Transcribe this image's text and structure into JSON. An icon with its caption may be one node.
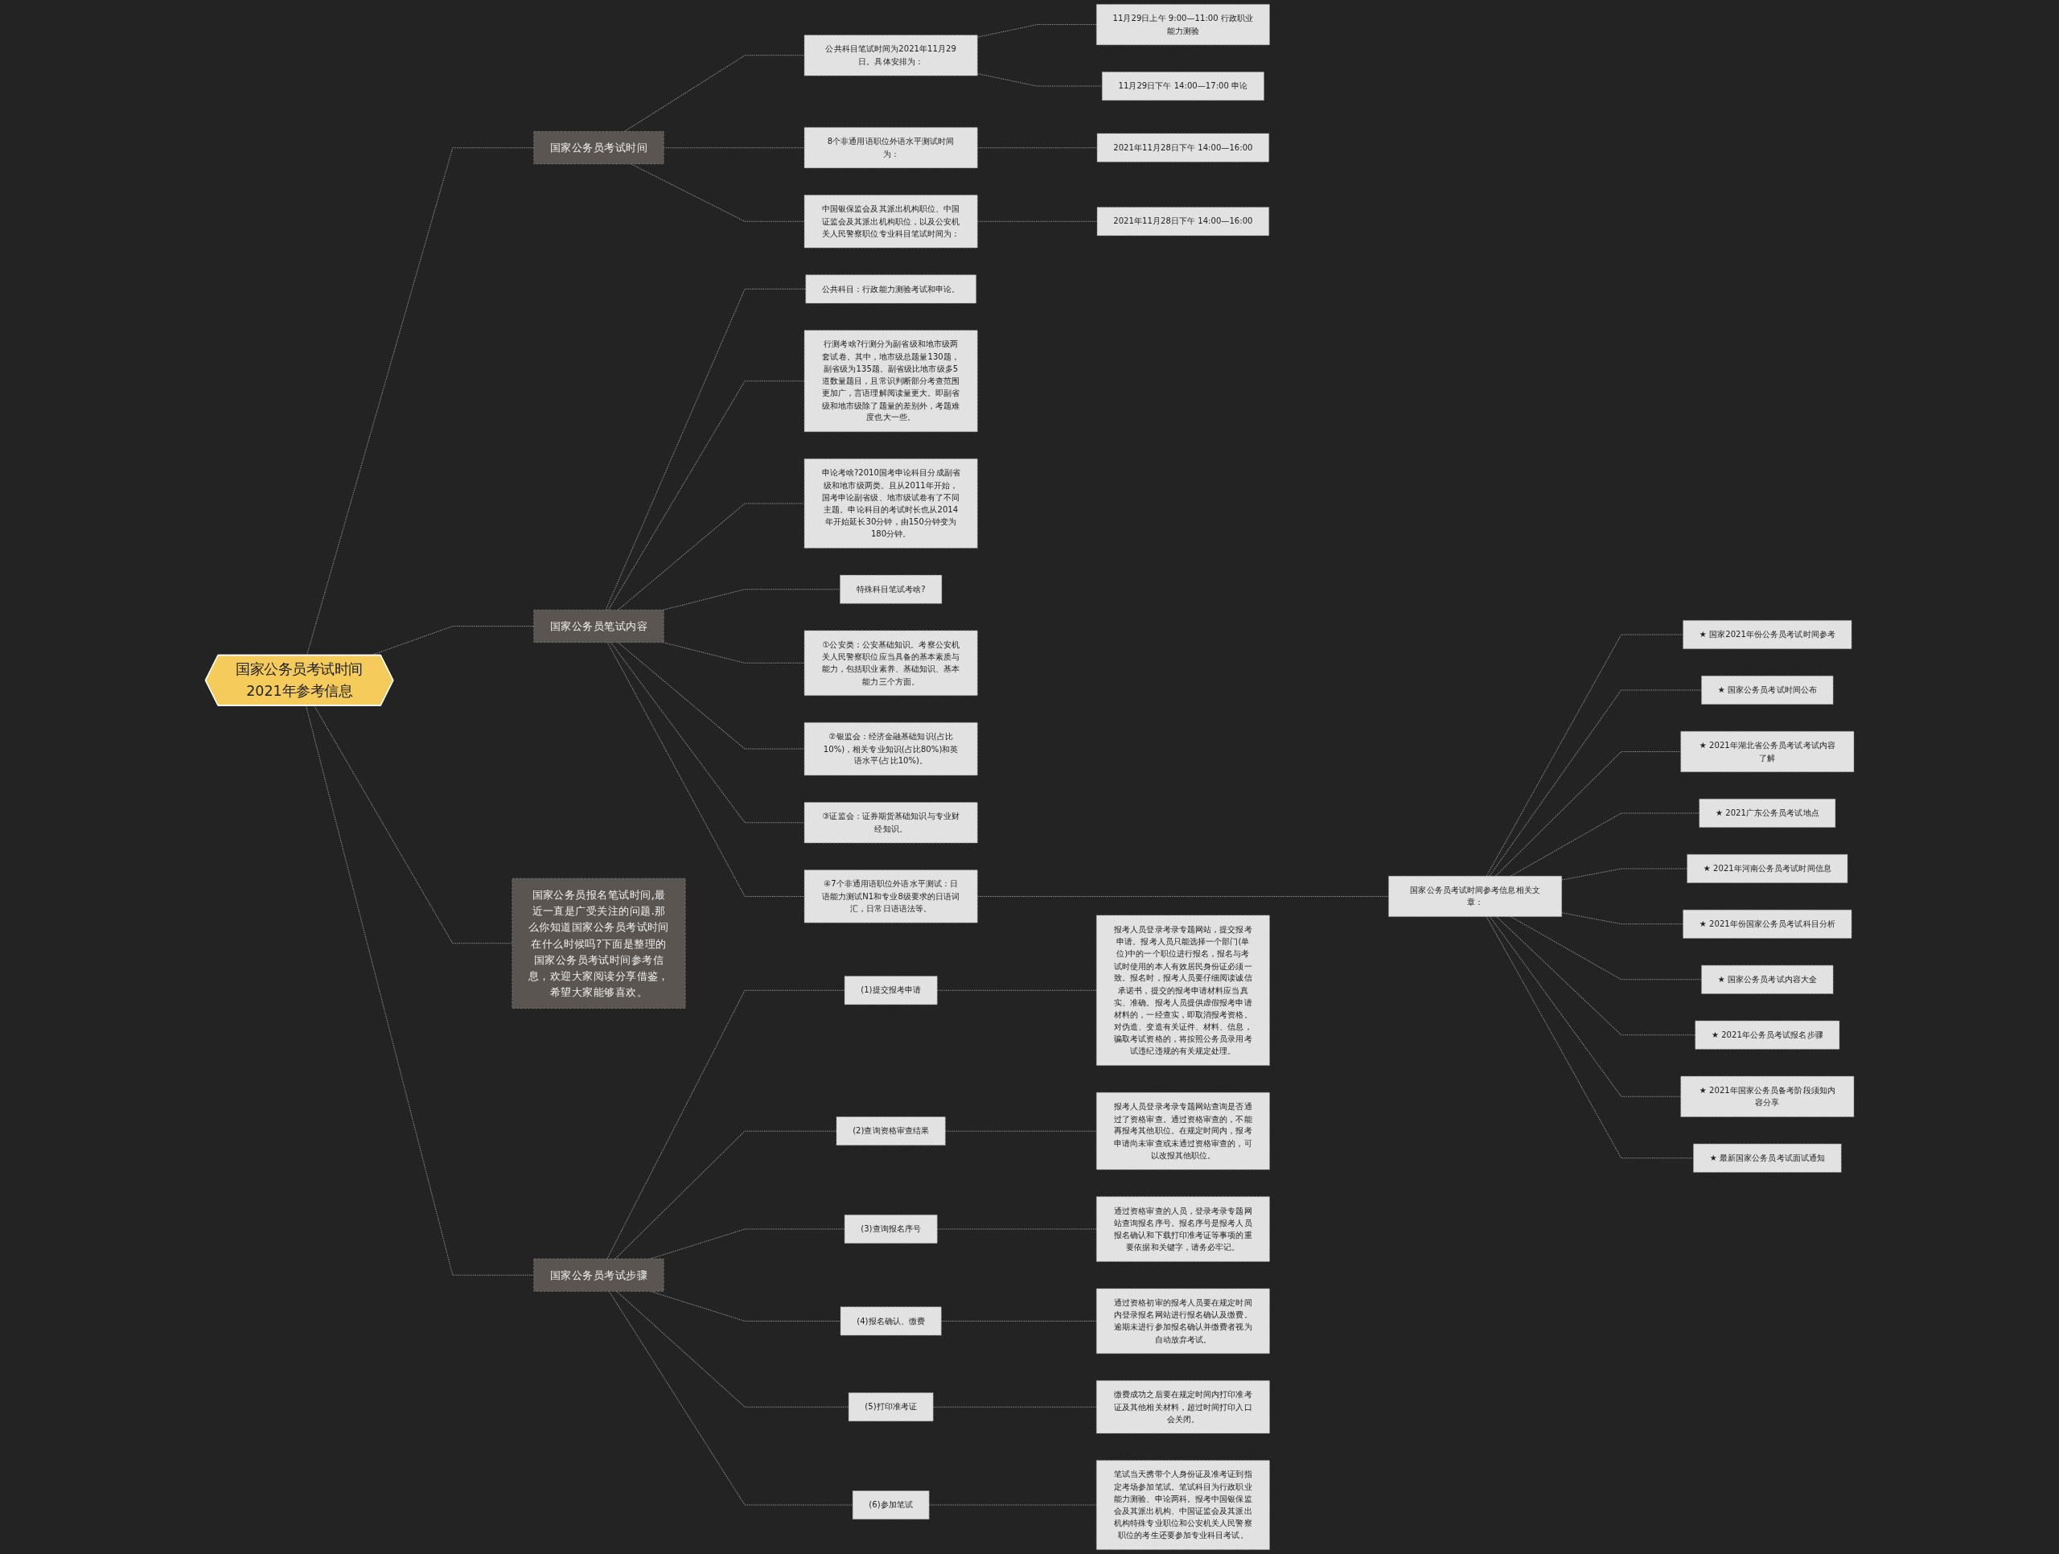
{
  "diagram": {
    "nodes": [
      {
        "text": [
          "国家公务员考试时间2021年参考信息"
        ]
      },
      {
        "text": [
          "国家公务员考试时间"
        ]
      },
      {
        "text": [
          "公共科目笔试时间为2021年11月29日。具体安排为："
        ]
      },
      {
        "text": [
          "11月29日上午 9:00—11:00 行政职业能力测验"
        ]
      },
      {
        "text": [
          "11月29日下午 14:00—17:00 申论"
        ]
      },
      {
        "text": [
          "8个非通用语职位外语水平测试时间为："
        ]
      },
      {
        "text": [
          "2021年11月28日下午 14:00—16:00"
        ]
      },
      {
        "text": [
          "中国银保监会及其派出机构职位、中国证监会及其派出机构职位，以及公安机关人民警察职位专业科目笔试时间为："
        ]
      },
      {
        "text": [
          "2021年11月28日下午 14:00—16:00"
        ]
      },
      {
        "text": [
          "国家公务员笔试内容"
        ]
      },
      {
        "text": [
          "公共科目：行政能力测验考试和申论。"
        ]
      },
      {
        "text": [
          "行测考啥?行测分为副省级和地市级两套试卷。其中，地市级总题量130题，副省级为135题。副省级比地市级多5道数量题目，且常识判断部分考查范围更加广，言语理解阅读量更大。即副省级和地市级除了题量的差别外，考题难度也大一些。"
        ]
      },
      {
        "text": [
          "申论考啥?2010国考申论科目分成副省级和地市级两类。且从2011年开始，国考申论副省级、地市级试卷有了不同主题。申论科目的考试时长也从2014年开始延长30分钟，由150分钟变为180分钟。"
        ]
      },
      {
        "text": [
          "特殊科目笔试考啥?"
        ]
      },
      {
        "text": [
          "①公安类：公安基础知识。考察公安机关人民警察职位应当具备的基本素质与能力，包括职业素养、基础知识、基本能力三个方面。"
        ]
      },
      {
        "text": [
          "②银监会：经济金融基础知识(占比10%)，相关专业知识(占比80%)和英语水平(占比10%)。"
        ]
      },
      {
        "text": [
          "③证监会：证券期货基础知识与专业财经知识。"
        ]
      },
      {
        "text": [
          "④7个非通用语职位外语水平测试：日语能力测试N1和专业8级要求的日语词汇，日常日语语法等。"
        ]
      },
      {
        "text": [
          "国家公务员考试时间参考信息相关文章："
        ]
      },
      {
        "text": [
          "★ 国家2021年份公务员考试时间参考"
        ]
      },
      {
        "text": [
          "★ 国家公务员考试时间公布"
        ]
      },
      {
        "text": [
          "★ 2021年湖北省公务员考试考试内容了解"
        ]
      },
      {
        "text": [
          "★ 2021广东公务员考试地点"
        ]
      },
      {
        "text": [
          "★ 2021年河南公务员考试时间信息"
        ]
      },
      {
        "text": [
          "★ 2021年份国家公务员考试科目分析"
        ]
      },
      {
        "text": [
          "★ 国家公务员考试内容大全"
        ]
      },
      {
        "text": [
          "★ 2021年公务员考试报名步骤"
        ]
      },
      {
        "text": [
          "★ 2021年国家公务员备考阶段须知内容分享"
        ]
      },
      {
        "text": [
          "★ 最新国家公务员考试面试通知"
        ]
      },
      {
        "text": [
          "国家公务员报名笔试时间,最近一直是广受关注的问题.那么你知道国家公务员考试时间在什么时候吗?下面是整理的国家公务员考试时间参考信息，欢迎大家阅读分享借鉴，希望大家能够喜欢。"
        ]
      },
      {
        "text": [
          "国家公务员考试步骤"
        ]
      },
      {
        "text": [
          "(1)提交报考申请"
        ]
      },
      {
        "text": [
          "报考人员登录考录专题网站，提交报考申请。报考人员只能选择一个部门(单位)中的一个职位进行报名，报名与考试时使用的本人有效居民身份证必须一致。报名时，报考人员要仔细阅读诚信承诺书，提交的报考申请材料应当真实、准确。报考人员提供虚假报考申请材料的，一经查实，即取消报考资格。对伪造、变造有关证件、材料、信息，骗取考试资格的，将按照公务员录用考试违纪违规的有关规定处理。"
        ]
      },
      {
        "text": [
          "(2)查询资格审查结果"
        ]
      },
      {
        "text": [
          "报考人员登录考录专题网站查询是否通过了资格审查。通过资格审查的，不能再报考其他职位。在规定时间内，报考申请尚未审查或未通过资格审查的，可以改报其他职位。"
        ]
      },
      {
        "text": [
          "(3)查询报名序号"
        ]
      },
      {
        "text": [
          "通过资格审查的人员，登录考录专题网站查询报名序号。报名序号是报考人员报名确认和下载打印准考证等事项的重要依据和关键字，请务必牢记。"
        ]
      },
      {
        "text": [
          "(4)报名确认、缴费"
        ]
      },
      {
        "text": [
          "通过资格初审的报考人员要在规定时间内登录报名网站进行报名确认及缴费。逾期未进行参加报名确认并缴费者视为自动放弃考试。"
        ]
      },
      {
        "text": [
          "(5)打印准考证"
        ]
      },
      {
        "text": [
          "缴费成功之后要在规定时间内打印准考证及其他相关材料，超过时间打印入口会关闭。"
        ]
      },
      {
        "text": [
          "(6)参加笔试"
        ]
      },
      {
        "text": [
          "笔试当天携带个人身份证及准考证到指定考场参加笔试。笔试科目为行政职业能力测验、申论两科。报考中国银保监会及其派出机构、中国证监会及其派出机构特殊专业职位和公安机关人民警察职位的考生还要参加专业科目考试。"
        ]
      }
    ],
    "edges": [
      {
        "from": 0,
        "to": 1,
        "arrow": "none",
        "style": "dashed"
      },
      {
        "from": 1,
        "to": 2,
        "arrow": "none",
        "style": "dashed"
      },
      {
        "from": 2,
        "to": 3,
        "arrow": "none",
        "style": "dashed"
      },
      {
        "from": 2,
        "to": 4,
        "arrow": "none",
        "style": "dashed"
      },
      {
        "from": 1,
        "to": 5,
        "arrow": "none",
        "style": "dashed"
      },
      {
        "from": 5,
        "to": 6,
        "arrow": "none",
        "style": "dashed"
      },
      {
        "from": 1,
        "to": 7,
        "arrow": "none",
        "style": "dashed"
      },
      {
        "from": 7,
        "to": 8,
        "arrow": "none",
        "style": "dashed"
      },
      {
        "from": 0,
        "to": 9,
        "arrow": "none",
        "style": "dashed"
      },
      {
        "from": 9,
        "to": 10,
        "arrow": "none",
        "style": "dashed"
      },
      {
        "from": 9,
        "to": 11,
        "arrow": "none",
        "style": "dashed"
      },
      {
        "from": 9,
        "to": 12,
        "arrow": "none",
        "style": "dashed"
      },
      {
        "from": 9,
        "to": 13,
        "arrow": "none",
        "style": "dashed"
      },
      {
        "from": 9,
        "to": 14,
        "arrow": "none",
        "style": "dashed"
      },
      {
        "from": 9,
        "to": 15,
        "arrow": "none",
        "style": "dashed"
      },
      {
        "from": 9,
        "to": 16,
        "arrow": "none",
        "style": "dashed"
      },
      {
        "from": 9,
        "to": 17,
        "arrow": "none",
        "style": "dashed"
      },
      {
        "from": 17,
        "to": 18,
        "arrow": "none",
        "style": "dashed"
      },
      {
        "from": 18,
        "to": 19,
        "arrow": "none",
        "style": "dashed"
      },
      {
        "from": 18,
        "to": 20,
        "arrow": "none",
        "style": "dashed"
      },
      {
        "from": 18,
        "to": 21,
        "arrow": "none",
        "style": "dashed"
      },
      {
        "from": 18,
        "to": 22,
        "arrow": "none",
        "style": "dashed"
      },
      {
        "from": 18,
        "to": 23,
        "arrow": "none",
        "style": "dashed"
      },
      {
        "from": 18,
        "to": 24,
        "arrow": "none",
        "style": "dashed"
      },
      {
        "from": 18,
        "to": 25,
        "arrow": "none",
        "style": "dashed"
      },
      {
        "from": 18,
        "to": 26,
        "arrow": "none",
        "style": "dashed"
      },
      {
        "from": 18,
        "to": 27,
        "arrow": "none",
        "style": "dashed"
      },
      {
        "from": 18,
        "to": 28,
        "arrow": "none",
        "style": "dashed"
      },
      {
        "from": 0,
        "to": 29,
        "arrow": "none",
        "style": "dashed"
      },
      {
        "from": 0,
        "to": 30,
        "arrow": "none",
        "style": "dashed"
      },
      {
        "from": 30,
        "to": 31,
        "arrow": "none",
        "style": "dashed"
      },
      {
        "from": 31,
        "to": 32,
        "arrow": "none",
        "style": "dashed"
      },
      {
        "from": 30,
        "to": 33,
        "arrow": "none",
        "style": "dashed"
      },
      {
        "from": 33,
        "to": 34,
        "arrow": "none",
        "style": "dashed"
      },
      {
        "from": 30,
        "to": 35,
        "arrow": "none",
        "style": "dashed"
      },
      {
        "from": 35,
        "to": 36,
        "arrow": "none",
        "style": "dashed"
      },
      {
        "from": 30,
        "to": 37,
        "arrow": "none",
        "style": "dashed"
      },
      {
        "from": 37,
        "to": 38,
        "arrow": "none",
        "style": "dashed"
      },
      {
        "from": 30,
        "to": 39,
        "arrow": "none",
        "style": "dashed"
      },
      {
        "from": 39,
        "to": 40,
        "arrow": "none",
        "style": "dashed"
      },
      {
        "from": 30,
        "to": 41,
        "arrow": "none",
        "style": "dashed"
      },
      {
        "from": 41,
        "to": 42,
        "arrow": "none",
        "style": "dashed"
      }
    ]
  }
}
